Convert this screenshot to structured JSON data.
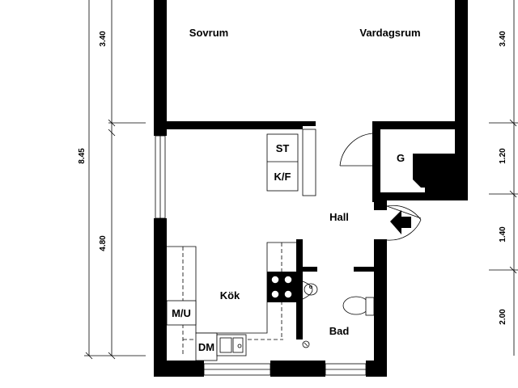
{
  "rooms": {
    "sovrum": "Sovrum",
    "vardagsrum": "Vardagsrum",
    "hall": "Hall",
    "kok": "Kök",
    "bad": "Bad",
    "garderob": "G"
  },
  "fixtures": {
    "st": "ST",
    "kf": "K/F",
    "mu": "M/U",
    "dm": "DM"
  },
  "dimensions": {
    "left_total": "8.45",
    "left_upper": "3.40",
    "left_lower": "4.80",
    "right_1": "3.40",
    "right_2": "1.20",
    "right_3": "1.40",
    "right_4": "2.00"
  },
  "colors": {
    "wall": "#000000",
    "background": "#ffffff"
  }
}
